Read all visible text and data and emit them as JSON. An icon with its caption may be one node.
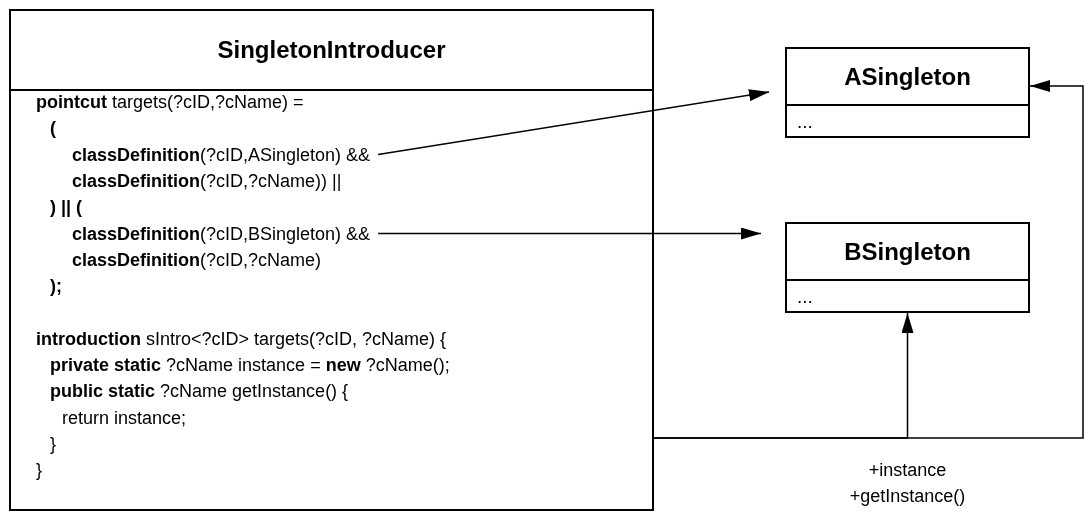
{
  "diagram": {
    "nodes": [
      {
        "text": [
          "SingletonIntroducer",
          "**pointcut** targets(?cID,?cName) =",
          "**(**",
          "**classDefinition**(?cID,?cName)) ||",
          "**) || (**",
          "**classDefinition**(?cID,?cName)",
          "**);**",
          "**introduction** sIntro<?cID> targets(?cID, ?cName) {",
          "**private static** ?cName instance = **new** ?cName();",
          "**public static** ?cName getInstance() {",
          "return instance;",
          "}",
          "}"
        ]
      },
      {
        "text": [
          "**classDefinition**(?cID,ASingleton) &&"
        ],
        "in": 0
      },
      {
        "text": [
          "**classDefinition**(?cID,BSingleton) &&"
        ],
        "in": 0
      },
      {
        "text": [
          "ASingleton",
          "..."
        ]
      },
      {
        "text": [
          "BSingleton",
          "..."
        ]
      }
    ],
    "edges": [
      {
        "from": 1,
        "to": 3,
        "arrow": "to"
      },
      {
        "from": 2,
        "to": 4,
        "arrow": "to"
      },
      {
        "from": 0,
        "to": 3,
        "arrow": "to"
      },
      {
        "from": 0,
        "to": 4,
        "arrow": "to",
        "label": "+instance +getInstance()"
      }
    ]
  }
}
